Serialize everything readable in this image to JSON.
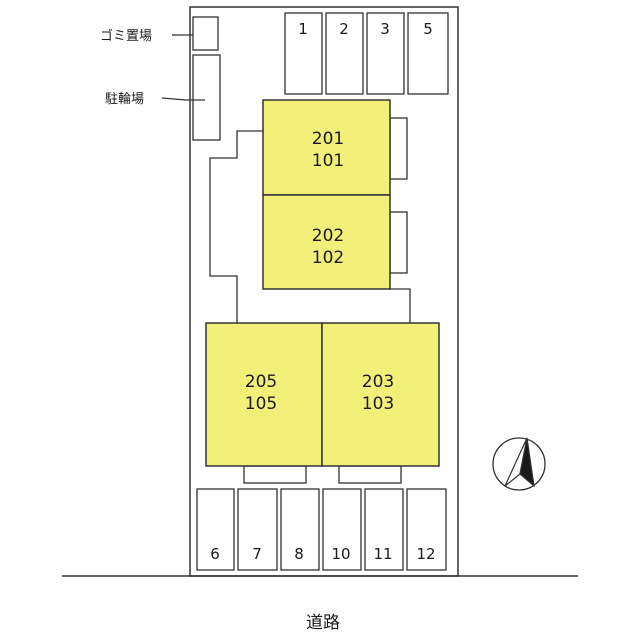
{
  "labels": {
    "garbage": "ゴミ置場",
    "bicycle": "駐輪場",
    "road": "道路"
  },
  "parking_top": [
    "1",
    "2",
    "3",
    "5"
  ],
  "parking_bottom": [
    "6",
    "7",
    "8",
    "10",
    "11",
    "12"
  ],
  "units": {
    "a_upper": "201",
    "a_lower": "101",
    "b_upper": "202",
    "b_lower": "102",
    "c_upper": "205",
    "c_lower": "105",
    "d_upper": "203",
    "d_lower": "103"
  },
  "colors": {
    "building_fill": "#f3f07a",
    "outline": "#333333",
    "background": "#ffffff"
  },
  "compass": "north-arrow"
}
